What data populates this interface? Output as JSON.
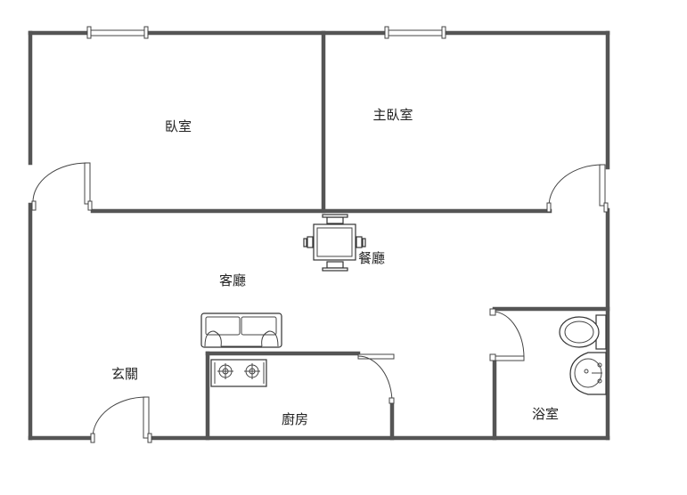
{
  "floor_plan": {
    "rooms": {
      "bedroom": "臥室",
      "master_bedroom": "主臥室",
      "dining": "餐廳",
      "living": "客廳",
      "entrance": "玄關",
      "kitchen": "廚房",
      "bathroom": "浴室"
    },
    "colors": {
      "wall": "#555555",
      "line": "#444444",
      "background": "#ffffff"
    }
  }
}
